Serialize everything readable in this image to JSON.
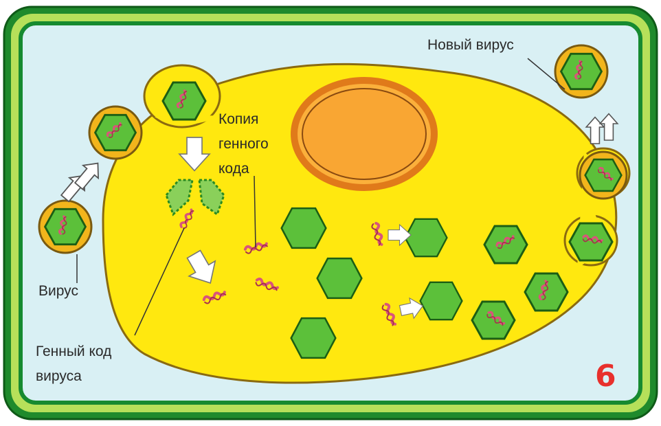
{
  "labels": {
    "new_virus": "Новый вирус",
    "copy_line1": "Копия",
    "copy_line2": "генного",
    "copy_line3": "кода",
    "virus": "Вирус",
    "gene_line1": "Генный код",
    "gene_line2": "вируса",
    "panel_number": "6"
  },
  "colors": {
    "frame_green": "#1f8a2c",
    "frame_light": "#d9f0f4",
    "cell_yellow": "#ffe80f",
    "cell_outline": "#8a6a10",
    "nucleus_orange": "#fbb03b",
    "nucleus_ring": "#e07a1a",
    "virus_green": "#5cc03a",
    "virus_coat": "#f2b51c",
    "rna_pink": "#d9557a",
    "arrow_white": "#ffffff",
    "number_red": "#e8302c"
  },
  "icons": [
    "hexagon-capsid-icon",
    "rna-strand-icon",
    "white-arrow-icon"
  ]
}
